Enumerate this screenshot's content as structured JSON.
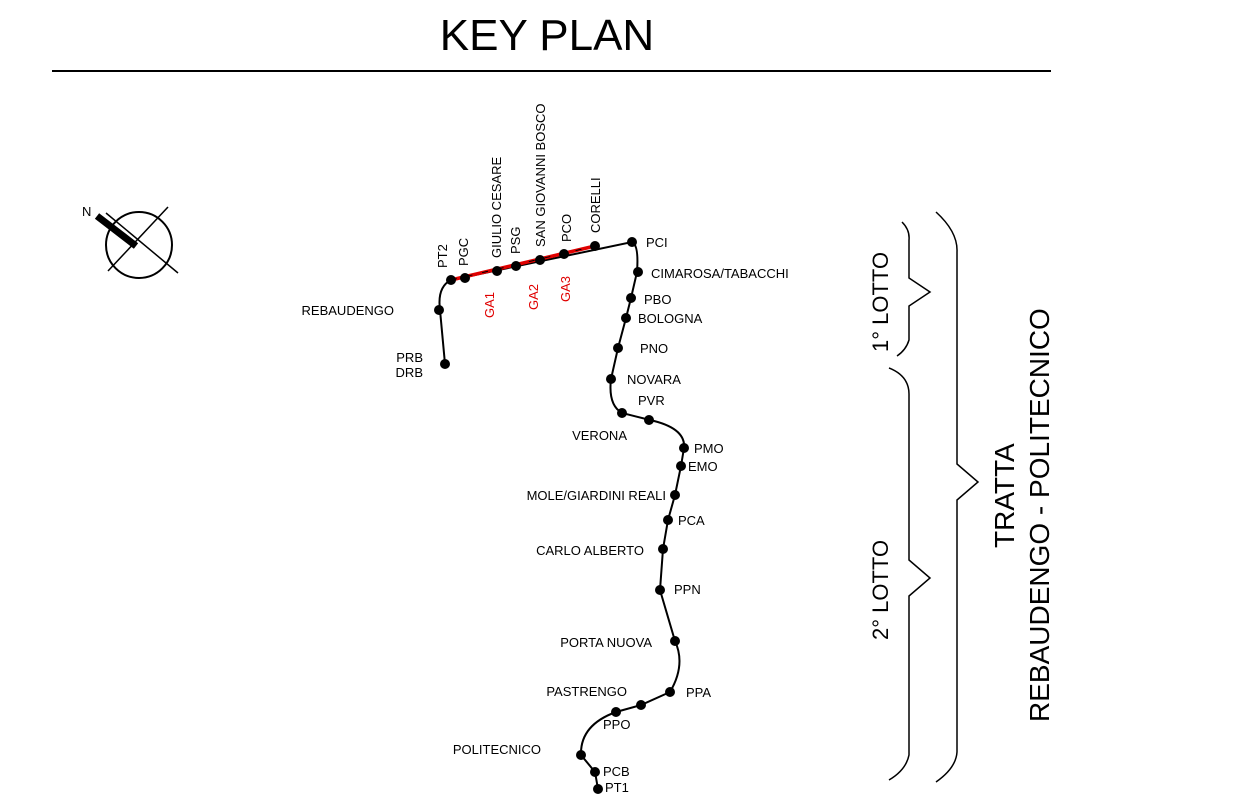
{
  "title": "KEY PLAN",
  "north_label": "N",
  "stations_left": {
    "rebaudengo": "REBAUDENGO",
    "prb": "PRB",
    "drb": "DRB",
    "verona": "VERONA",
    "mole": "MOLE/GIARDINI REALI",
    "carlo_alberto": "CARLO ALBERTO",
    "porta_nuova": "PORTA NUOVA",
    "pastrengo": "PASTRENGO",
    "politecnico": "POLITECNICO"
  },
  "stations_right": {
    "pci": "PCI",
    "cimarosa": "CIMAROSA/TABACCHI",
    "pbo": "PBO",
    "bologna": "BOLOGNA",
    "pno": "PNO",
    "novara": "NOVARA",
    "pvr": "PVR",
    "pmo": "PMO",
    "emo": "EMO",
    "pca": "PCA",
    "ppn": "PPN",
    "ppa": "PPA",
    "ppo": "PPO",
    "pcb": "PCB",
    "pt1": "PT1"
  },
  "stations_vertical": {
    "pt2": "PT2",
    "pgc": "PGC",
    "giulio_cesare": "GIULIO CESARE",
    "psg": "PSG",
    "san_giovanni": "SAN GIOVANNI BOSCO",
    "pco": "PCO",
    "corelli": "CORELLI"
  },
  "segments": {
    "ga1": "GA1",
    "ga2": "GA2",
    "ga3": "GA3"
  },
  "lots": {
    "first": "1° LOTTO",
    "second": "2° LOTTO"
  },
  "tratta": {
    "line1": "TRATTA",
    "line2": "REBAUDENGO - POLITECNICO"
  },
  "colors": {
    "line": "#000000",
    "highlight": "#e00000"
  }
}
